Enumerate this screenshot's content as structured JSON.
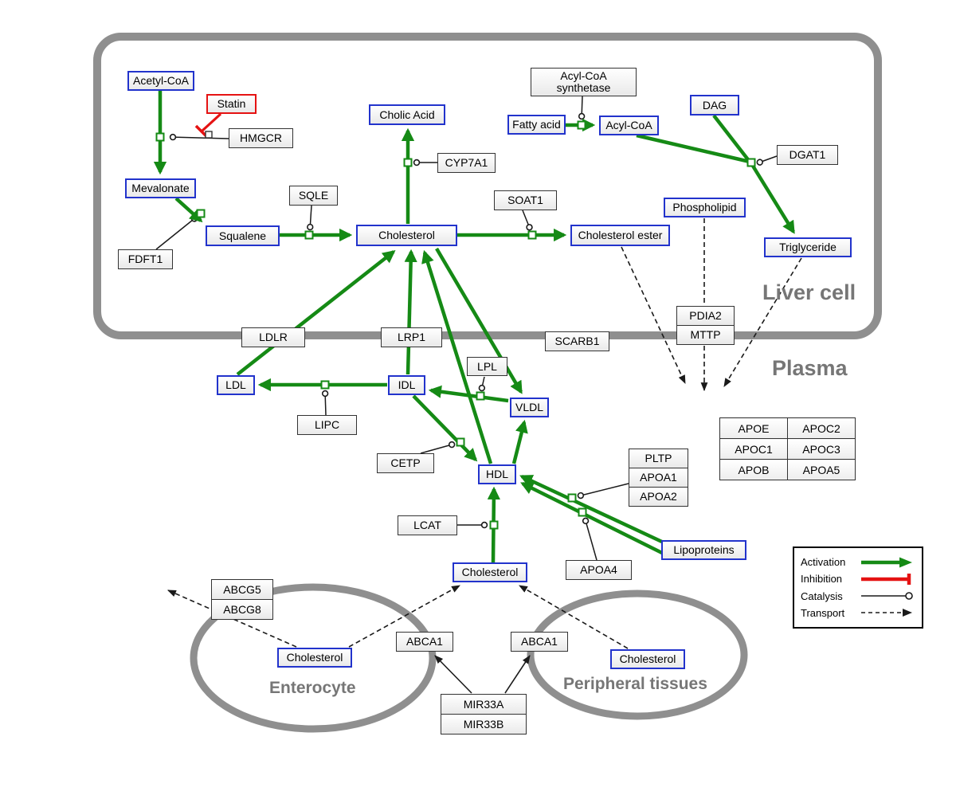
{
  "regions": {
    "liver_cell": "Liver cell",
    "plasma": "Plasma",
    "enterocyte": "Enterocyte",
    "peripheral_tissues": "Peripheral tissues"
  },
  "nodes": {
    "acetyl_coa": "Acetyl-CoA",
    "statin": "Statin",
    "hmgcr": "HMGCR",
    "mevalonate": "Mevalonate",
    "fdft1": "FDFT1",
    "squalene": "Squalene",
    "sqle": "SQLE",
    "cholesterol_liver": "Cholesterol",
    "cholic_acid": "Cholic Acid",
    "cyp7a1": "CYP7A1",
    "soat1": "SOAT1",
    "cholesterol_ester": "Cholesterol ester",
    "acyl_coa_synthetase": "Acyl-CoA synthetase",
    "fatty_acid": "Fatty acid",
    "acyl_coa": "Acyl-CoA",
    "dag": "DAG",
    "dgat1": "DGAT1",
    "phospholipid": "Phospholipid",
    "triglyceride": "Triglyceride",
    "ldlr": "LDLR",
    "lrp1": "LRP1",
    "scarb1": "SCARB1",
    "pdia2": "PDIA2",
    "mttp": "MTTP",
    "ldl": "LDL",
    "idl": "IDL",
    "lipc": "LIPC",
    "lpl": "LPL",
    "vldl": "VLDL",
    "cetp": "CETP",
    "hdl": "HDL",
    "pltp": "PLTP",
    "apoa1": "APOA1",
    "apoa2": "APOA2",
    "apoa4": "APOA4",
    "lipoproteins": "Lipoproteins",
    "lcat": "LCAT",
    "cholesterol_plasma": "Cholesterol",
    "abcg5": "ABCG5",
    "abcg8": "ABCG8",
    "cholesterol_enterocyte": "Cholesterol",
    "abca1_left": "ABCA1",
    "abca1_right": "ABCA1",
    "cholesterol_peripheral": "Cholesterol",
    "mir33a": "MIR33A",
    "mir33b": "MIR33B"
  },
  "apo_table": {
    "rows": [
      [
        "APOE",
        "APOC2"
      ],
      [
        "APOC1",
        "APOC3"
      ],
      [
        "APOB",
        "APOA5"
      ]
    ]
  },
  "legend": {
    "items": [
      {
        "label": "Activation",
        "type": "activation"
      },
      {
        "label": "Inhibition",
        "type": "inhibition"
      },
      {
        "label": "Catalysis",
        "type": "catalysis"
      },
      {
        "label": "Transport",
        "type": "transport"
      }
    ]
  },
  "colors": {
    "activation_green": "#158a15",
    "inhibition_red": "#e51212",
    "entity_blue": "#2233cc",
    "membrane_gray": "#8f8f8f",
    "label_gray": "#767676"
  }
}
